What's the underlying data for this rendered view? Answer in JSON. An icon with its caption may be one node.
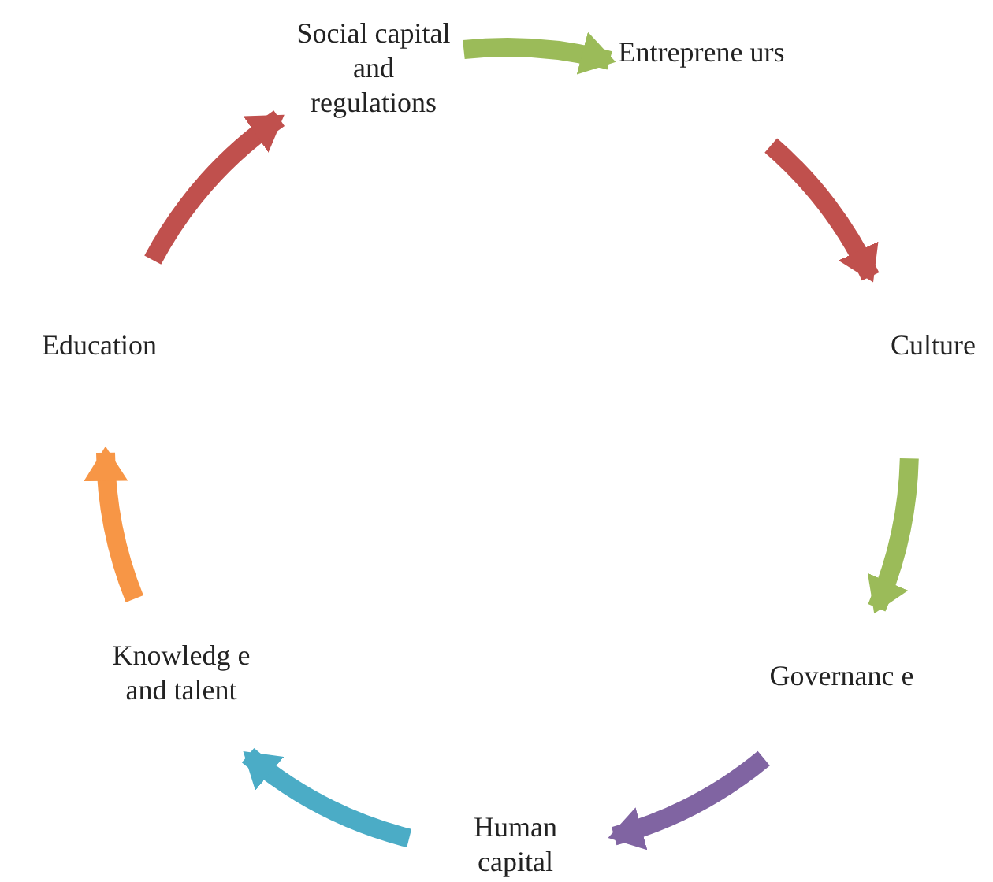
{
  "diagram": {
    "nodes": [
      {
        "text": [
          "Social capital and regulations"
        ]
      },
      {
        "text": [
          "Entreprene urs"
        ]
      },
      {
        "text": [
          "Culture"
        ]
      },
      {
        "text": [
          "Governanc e"
        ]
      },
      {
        "text": [
          "Human capital"
        ]
      },
      {
        "text": [
          "Knowledg e and talent"
        ]
      },
      {
        "text": [
          "Education"
        ]
      }
    ],
    "edges": [
      {
        "from": 0,
        "to": 1,
        "arrow": "to",
        "color": "#9bbb59"
      },
      {
        "from": 1,
        "to": 2,
        "arrow": "to",
        "color": "#c0504d"
      },
      {
        "from": 2,
        "to": 3,
        "arrow": "to",
        "color": "#9bbb59"
      },
      {
        "from": 3,
        "to": 4,
        "arrow": "to",
        "color": "#8064a2"
      },
      {
        "from": 4,
        "to": 5,
        "arrow": "to",
        "color": "#4bacc6"
      },
      {
        "from": 5,
        "to": 6,
        "arrow": "to",
        "color": "#f79646"
      },
      {
        "from": 6,
        "to": 0,
        "arrow": "to",
        "color": "#c0504d"
      }
    ]
  }
}
